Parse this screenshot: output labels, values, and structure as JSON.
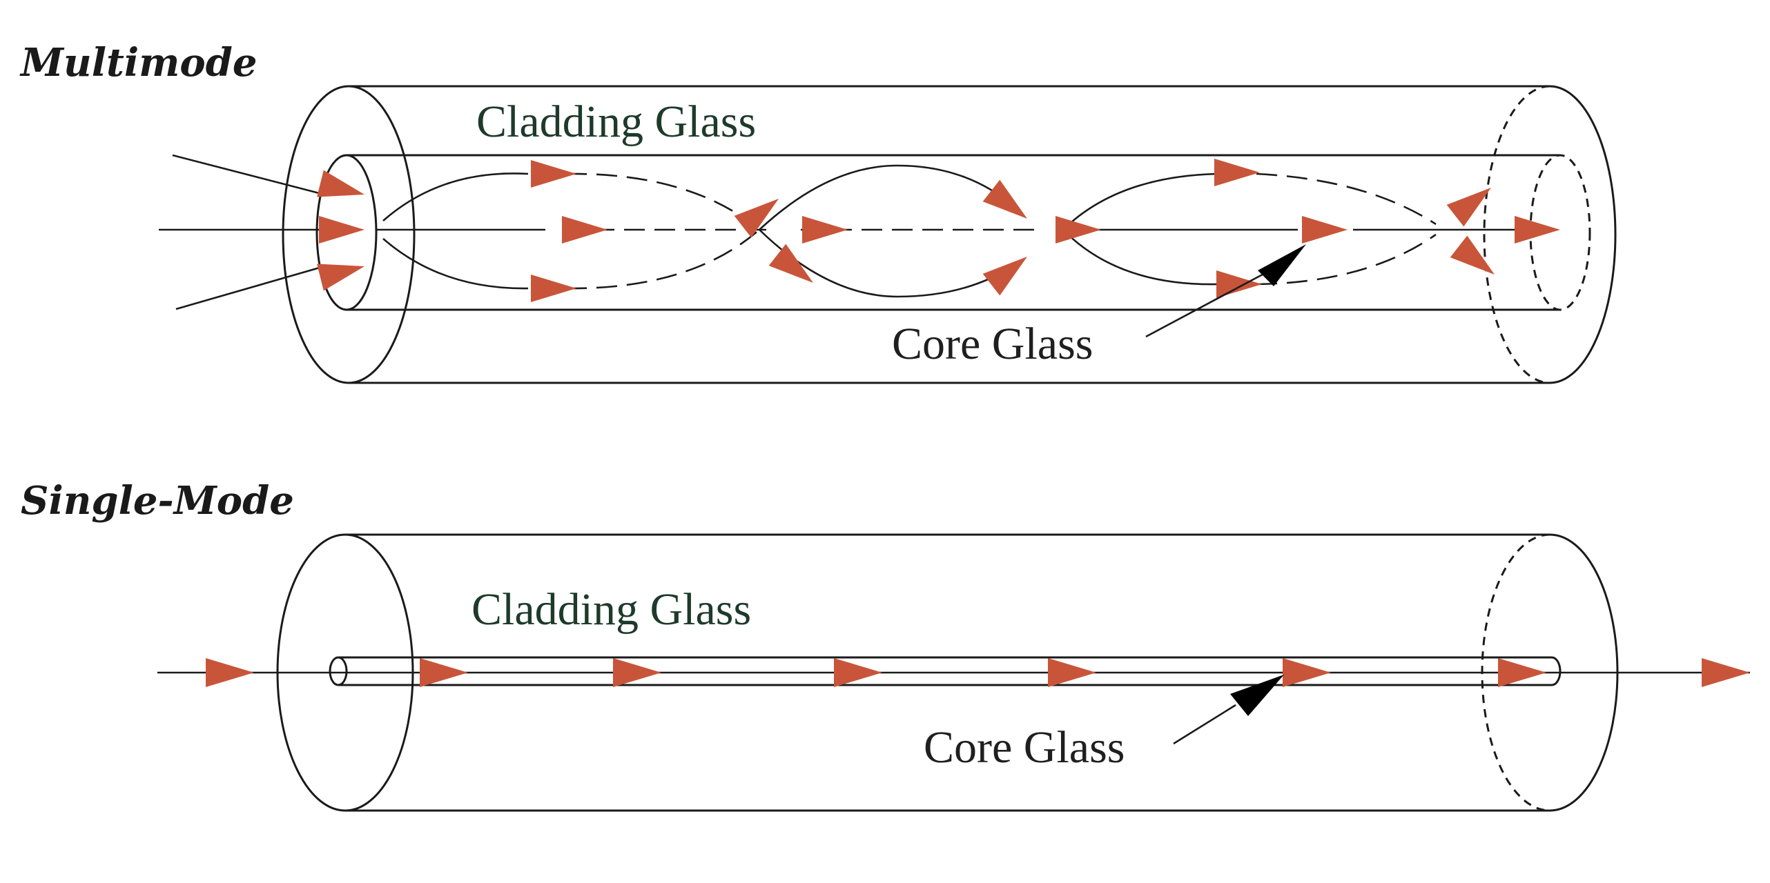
{
  "colors": {
    "ray_arrow": "#c8553a",
    "pointer_arrow": "#000000",
    "line": "#1a1a1a",
    "background": "#ffffff"
  },
  "multimode": {
    "title": "Multimode",
    "cladding_label": "Cladding Glass",
    "core_label": "Core Glass"
  },
  "singlemode": {
    "title": "Single-Mode",
    "cladding_label": "Cladding Glass",
    "core_label": "Core Glass"
  }
}
